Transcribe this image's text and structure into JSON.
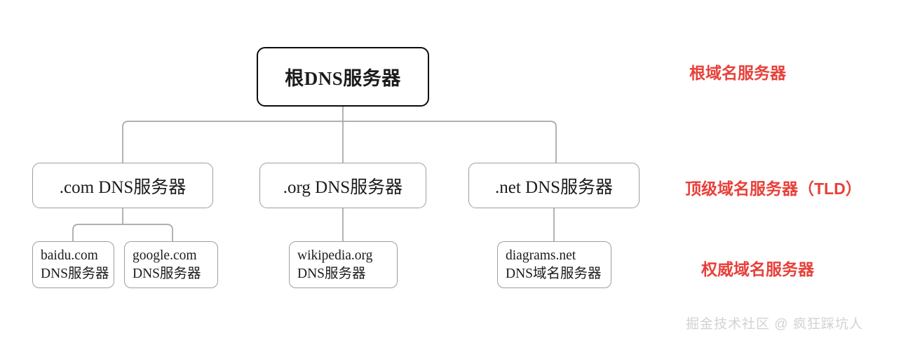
{
  "diagram": {
    "title_node": {
      "id": "root",
      "label": "根DNS服务器"
    },
    "tld_nodes": [
      {
        "id": "com",
        "label": ".com DNS服务器"
      },
      {
        "id": "org",
        "label": ".org DNS服务器"
      },
      {
        "id": "net",
        "label": ".net DNS服务器"
      }
    ],
    "authoritative_nodes": [
      {
        "id": "baidu",
        "line1": "baidu.com",
        "line2": "DNS服务器"
      },
      {
        "id": "google",
        "line1": "google.com",
        "line2": "DNS服务器"
      },
      {
        "id": "wikipedia",
        "line1": "wikipedia.org",
        "line2": "DNS服务器"
      },
      {
        "id": "diagrams",
        "line1": "diagrams.net",
        "line2": "DNS域名服务器"
      }
    ],
    "legend": [
      {
        "id": "root-level",
        "label": "根域名服务器"
      },
      {
        "id": "tld-level",
        "label": "顶级域名服务器（TLD）"
      },
      {
        "id": "authoritative-level",
        "label": "权威域名服务器"
      }
    ],
    "watermark": "掘金技术社区 @ 疯狂踩坑人",
    "colors": {
      "legend_red": "#e8403a",
      "node_border": "#9e9e9e",
      "root_border": "#0c0c0c",
      "connector": "#a6a6a6",
      "watermark": "#d2d2d2",
      "background": "#ffffff"
    }
  }
}
